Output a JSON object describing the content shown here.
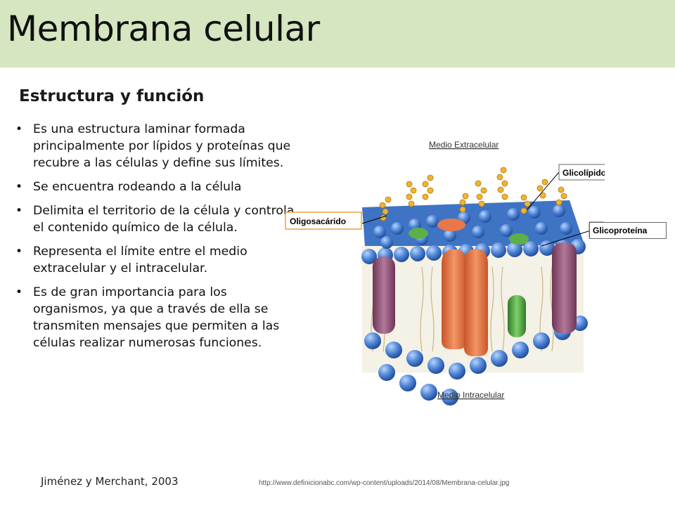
{
  "slide": {
    "title": "Membrana celular",
    "subtitle": "Estructura y función"
  },
  "bullets": [
    "Es una estructura laminar formada principalmente por lípidos y proteínas que recubre a las células y define sus límites.",
    "Se encuentra rodeando a la célula",
    "Delimita el territorio de la célula y controla el contenido químico de la célula.",
    "Representa el límite entre el medio extracelular y el intracelular.",
    "Es de gran importancia para los organismos, ya que a través de ella se transmiten mensajes que permiten a las células realizar numerosas funciones."
  ],
  "diagram": {
    "label_top": "Medio Extracelular",
    "label_bottom": "Medio Intracelular",
    "callouts": {
      "oligosacarido": "Oligosacárido",
      "glicolipido": "Glicolípido",
      "glicoproteina": "Glicoproteína"
    }
  },
  "footer": {
    "citation": "Jiménez y Merchant, 2003",
    "source_url": "http://www.definicionabc.com/wp-content/uploads/2014/08/Membrana-celular.jpg"
  },
  "colors": {
    "title_bar": "#d5e6c0",
    "phospholipid_head": "#4f86d6",
    "protein_orange": "#e8784a",
    "protein_purple": "#9a5a7e",
    "protein_green": "#5bb04a",
    "sugar_chain": "#f0b430"
  }
}
